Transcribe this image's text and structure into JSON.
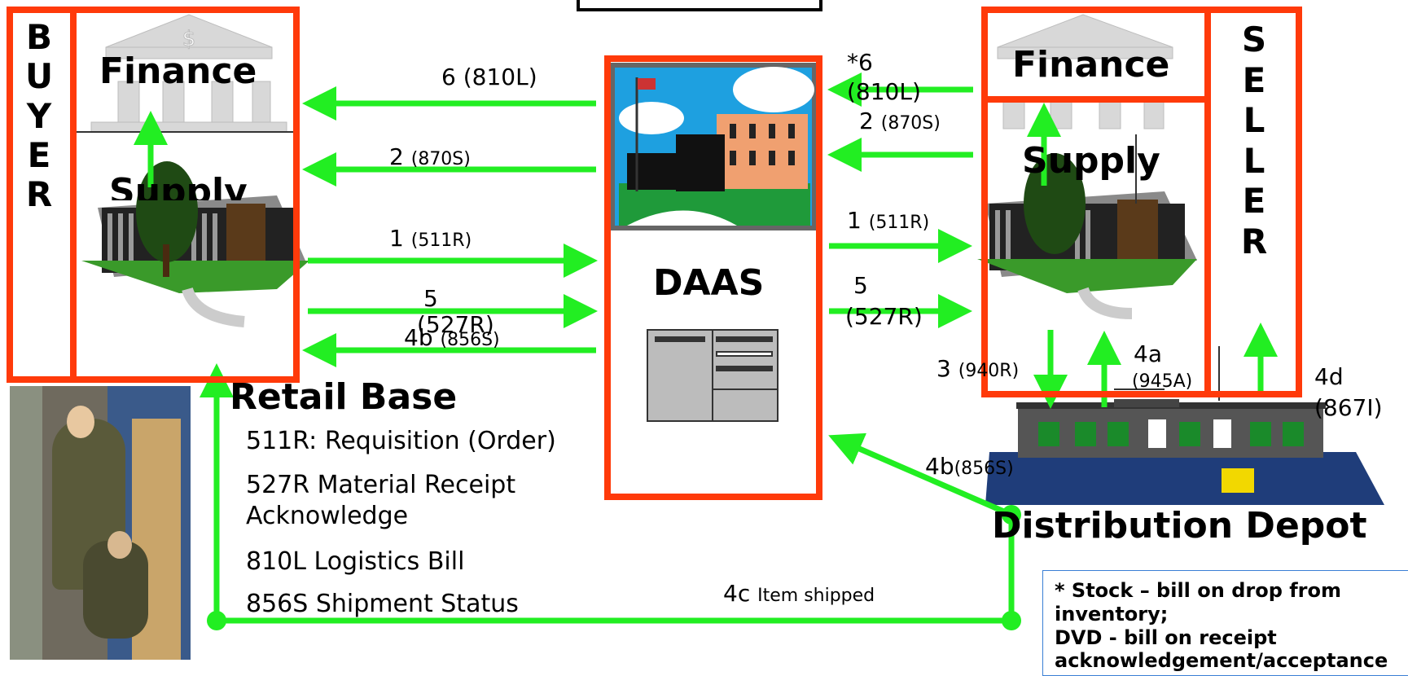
{
  "buyer": {
    "letters": [
      "B",
      "U",
      "Y",
      "E",
      "R"
    ],
    "finance": "Finance",
    "supply": "Supply"
  },
  "seller": {
    "letters": [
      "S",
      "E",
      "L",
      "L",
      "E",
      "R"
    ],
    "finance": "Finance",
    "supply": "Supply"
  },
  "daas": {
    "label": "DAAS"
  },
  "retail_base": "Retail Base",
  "distribution_depot": "Distribution Depot",
  "flows_left": {
    "f6": {
      "num": "6",
      "code": "(810L)"
    },
    "f2": {
      "num": "2",
      "code": "(870S)"
    },
    "f1": {
      "num": "1",
      "code": "(511R)"
    },
    "f5": {
      "num": "5",
      "code": "(527R)"
    },
    "f4b": {
      "num": "4b",
      "code": "(856S)"
    }
  },
  "flows_right": {
    "f6": {
      "num": "*6",
      "code": "(810L)"
    },
    "f2": {
      "num": "2",
      "code": "(870S)"
    },
    "f1": {
      "num": "1",
      "code": "(511R)"
    },
    "f5": {
      "num": "5",
      "code": "(527R)"
    },
    "f3": {
      "num": "3",
      "code": "(940R)"
    },
    "f4a": {
      "num": "4a",
      "code": "(945A)"
    },
    "f4d": {
      "num": "4d",
      "code": "(867I)"
    },
    "f4b": {
      "num": "4b",
      "code": "(856S)"
    },
    "f4c": {
      "num": "4c",
      "code": "Item shipped"
    }
  },
  "legend": [
    "511R:  Requisition (Order)",
    "527R   Material Receipt",
    "Acknowledge",
    "810L   Logistics Bill",
    "856S   Shipment Status"
  ],
  "note": "* Stock – bill on drop from inventory;\n DVD - bill on receipt acknowledgement/acceptance",
  "colors": {
    "box": "#ff3a0a",
    "arrow": "#22ee22",
    "depot_floor": "#1f3d7a"
  }
}
